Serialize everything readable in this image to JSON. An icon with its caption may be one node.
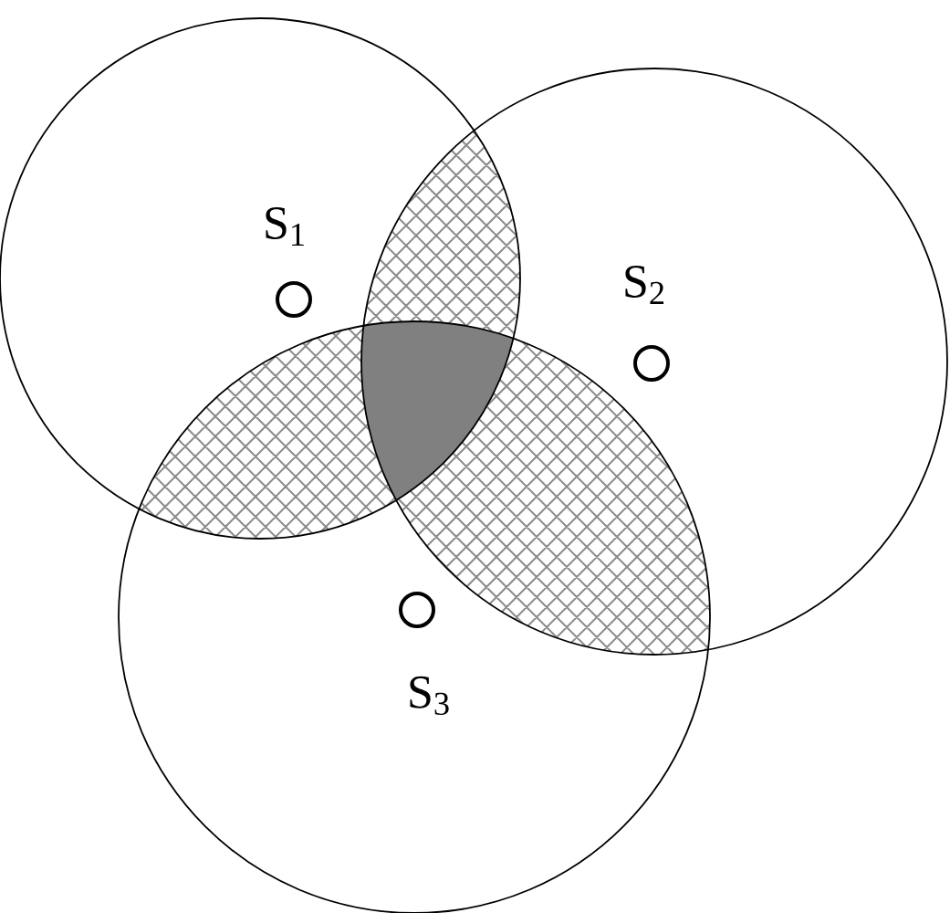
{
  "diagram": {
    "labels": [
      "S$_{1}$",
      "S$_{2}$",
      "S$_{3}$"
    ]
  }
}
